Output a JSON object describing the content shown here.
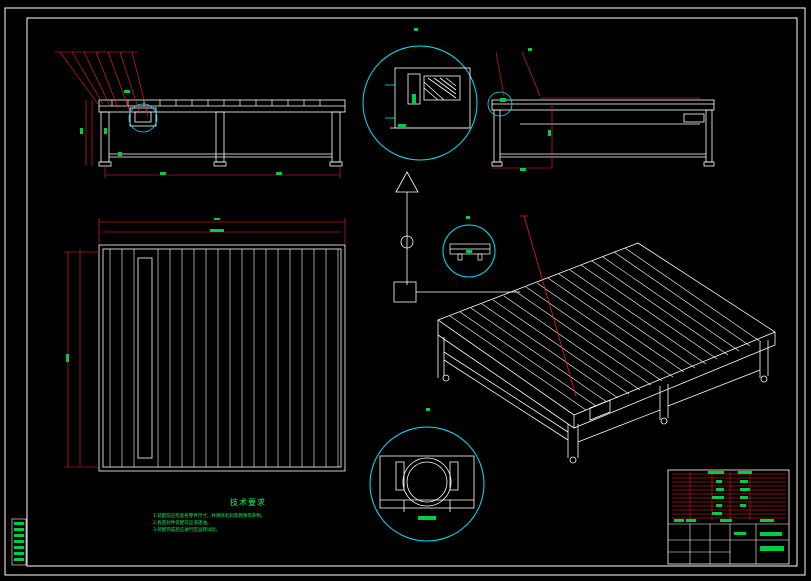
{
  "drawing": {
    "background": "#000000",
    "frame_color": "#ffffff",
    "outline_color": "#ffffff",
    "dimension_color": "#ff2020",
    "detail_circle_color": "#00e5ff",
    "note_color": "#00ff66"
  },
  "notes": {
    "title": "技术要求",
    "lines": [
      "1.装配前应检查各零件尺寸，并清除毛刺及锈蚀等杂物。",
      "2.各密封件装配前应浸透油。",
      "3.装配完成后应进行空运转试验。"
    ]
  }
}
